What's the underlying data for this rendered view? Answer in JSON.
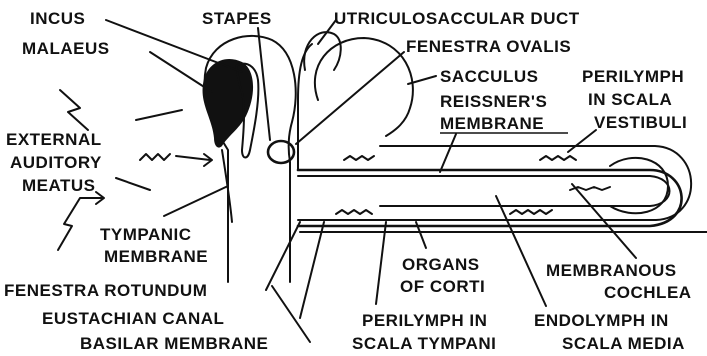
{
  "colors": {
    "ink": "#111111",
    "background": "#ffffff"
  },
  "labels": {
    "incus": "INCUS",
    "malaeus": "MALAEUS",
    "stapes": "STAPES",
    "utriculosaccular_duct": "UTRICULOSACCULAR DUCT",
    "fenestra_ovalis": "FENESTRA OVALIS",
    "sacculus": "SACCULUS",
    "perilymph_vestibuli_line1": "PERILYMPH",
    "perilymph_vestibuli_line2": "IN SCALA",
    "perilymph_vestibuli_line3": "VESTIBULI",
    "reissners_line1": "REISSNER'S",
    "reissners_line2": "MEMBRANE",
    "external_line1": "EXTERNAL",
    "external_line2": "AUDITORY",
    "external_line3": "MEATUS",
    "tympanic_line1": "TYMPANIC",
    "tympanic_line2": "MEMBRANE",
    "organs_line1": "ORGANS",
    "organs_line2": "OF CORTI",
    "membranous_line1": "MEMBRANOUS",
    "membranous_line2": "COCHLEA",
    "fenestra_rotundum": "FENESTRA ROTUNDUM",
    "eustachian_canal": "EUSTACHIAN CANAL",
    "basilar_membrane": "BASILAR MEMBRANE",
    "perilymph_tympani_line1": "PERILYMPH IN",
    "perilymph_tympani_line2": "SCALA TYMPANI",
    "endolymph_line1": "ENDOLYMPH IN",
    "endolymph_line2": "SCALA MEDIA"
  }
}
